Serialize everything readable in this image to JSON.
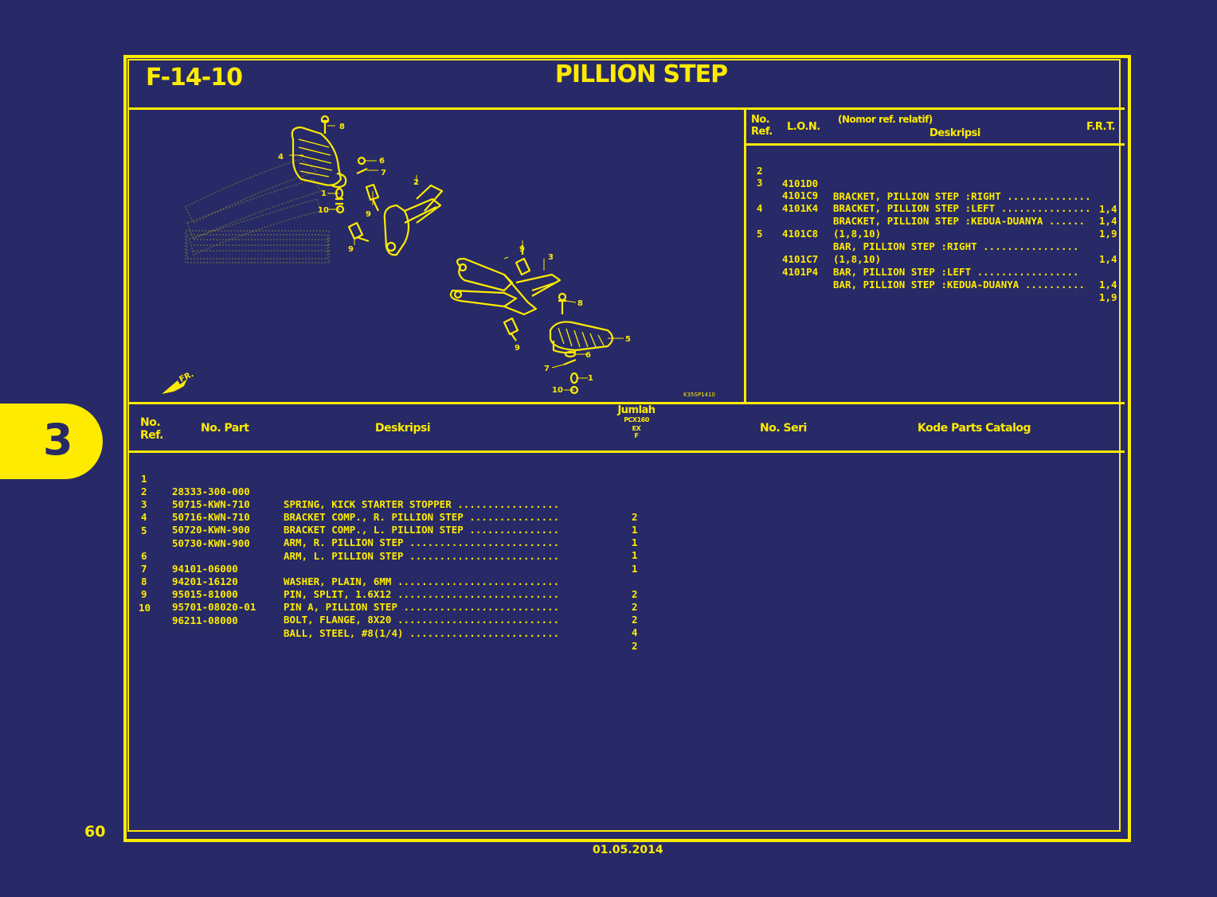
{
  "page": {
    "figure_code": "F-14-10",
    "title": "PILLION STEP",
    "section_tab": "3",
    "page_number": "60",
    "date": "01.05.2014"
  },
  "lon_table": {
    "headers": {
      "ref_line1": "No.",
      "ref_line2": "Ref.",
      "lon": "L.O.N.",
      "desc_note": "(Nomor ref. relatif)",
      "desc": "Deskripsi",
      "frt": "F.R.T."
    },
    "rows": [
      {
        "ref": "2",
        "lon": "4101D0",
        "desc": "BRACKET, PILLION STEP :RIGHT ..............",
        "frt": "1,4"
      },
      {
        "ref": "3",
        "lon": "4101C9",
        "desc": "BRACKET, PILLION STEP :LEFT ...............",
        "frt": "1,4"
      },
      {
        "ref": "",
        "lon": "4101K4",
        "desc": "BRACKET, PILLION STEP :KEDUA-DUANYA ......",
        "frt": "1,9"
      },
      {
        "ref": "4",
        "lon": "",
        "desc": "(1,8,10)",
        "frt": ""
      },
      {
        "ref": "",
        "lon": "4101C8",
        "desc": "BAR, PILLION STEP :RIGHT ................",
        "frt": "1,4"
      },
      {
        "ref": "5",
        "lon": "",
        "desc": "(1,8,10)",
        "frt": ""
      },
      {
        "ref": "",
        "lon": "4101C7",
        "desc": "BAR, PILLION STEP :LEFT .................",
        "frt": "1,4"
      },
      {
        "ref": "",
        "lon": "4101P4",
        "desc": "BAR, PILLION STEP :KEDUA-DUANYA ..........",
        "frt": "1,9"
      }
    ]
  },
  "diagram": {
    "code": "K35SP1410",
    "fr_label": "FR.",
    "callouts": [
      "8",
      "6",
      "7",
      "4",
      "1",
      "10",
      "9",
      "2",
      "9",
      "9",
      "3",
      "8",
      "5",
      "9",
      "6",
      "7",
      "1",
      "10"
    ]
  },
  "parts_table": {
    "headers": {
      "ref_line1": "No.",
      "ref_line2": "Ref.",
      "part": "No. Part",
      "desc": "Deskripsi",
      "qty_title": "Jumlah",
      "qty_model": "PCX160",
      "qty_sub1": "EX",
      "qty_sub2": "F",
      "serial": "No. Seri",
      "catalog": "Kode Parts Catalog"
    },
    "rows": [
      {
        "ref": "1",
        "part": "28333-300-000",
        "desc": "SPRING, KICK STARTER STOPPER .................",
        "qty": "2"
      },
      {
        "ref": "2",
        "part": "50715-KWN-710",
        "desc": "BRACKET COMP., R. PILLION STEP ...............",
        "qty": "1"
      },
      {
        "ref": "3",
        "part": "50716-KWN-710",
        "desc": "BRACKET COMP., L. PILLION STEP ...............",
        "qty": "1"
      },
      {
        "ref": "4",
        "part": "50720-KWN-900",
        "desc": "ARM, R. PILLION STEP .........................",
        "qty": "1"
      },
      {
        "ref": "5",
        "part": "50730-KWN-900",
        "desc": "ARM, L. PILLION STEP .........................",
        "qty": "1"
      },
      {
        "ref": "6",
        "part": "94101-06000",
        "desc": "WASHER, PLAIN, 6MM ...........................",
        "qty": "2"
      },
      {
        "ref": "7",
        "part": "94201-16120",
        "desc": "PIN, SPLIT, 1.6X12 ...........................",
        "qty": "2"
      },
      {
        "ref": "8",
        "part": "95015-81000",
        "desc": "PIN A, PILLION STEP ..........................",
        "qty": "2"
      },
      {
        "ref": "9",
        "part": "95701-08020-01",
        "desc": "BOLT, FLANGE, 8X20 ...........................",
        "qty": "4"
      },
      {
        "ref": "10",
        "part": "96211-08000",
        "desc": "BALL, STEEL, #8(1/4) .........................",
        "qty": "2"
      }
    ]
  }
}
